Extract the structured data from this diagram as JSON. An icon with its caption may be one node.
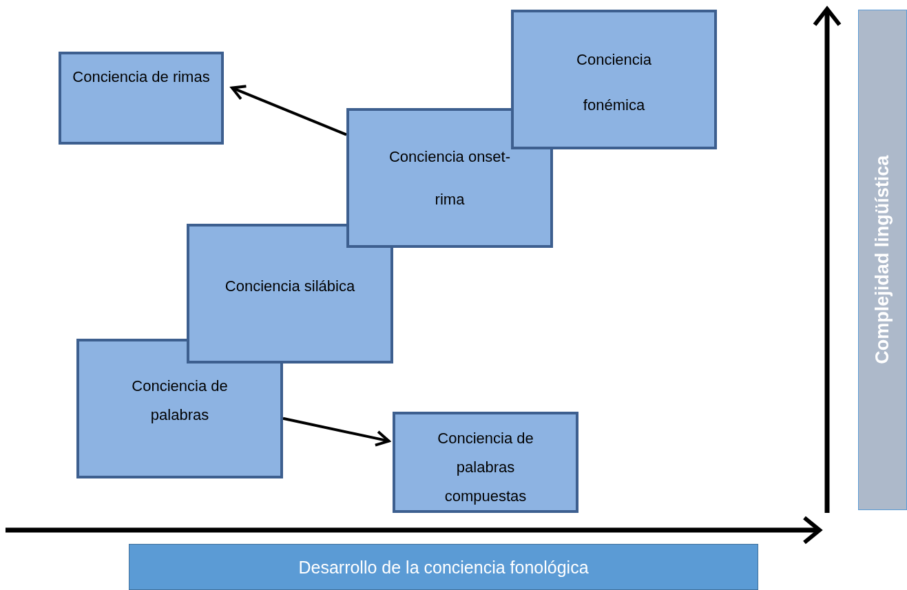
{
  "diagram": {
    "nodes": [
      {
        "text": [
          "Conciencia de rimas"
        ]
      },
      {
        "text": [
          "Conciencia fonémica"
        ]
      },
      {
        "text": [
          "Conciencia onset-rima"
        ]
      },
      {
        "text": [
          "Conciencia silábica"
        ]
      },
      {
        "text": [
          "Conciencia de palabras"
        ]
      },
      {
        "text": [
          "Conciencia de palabras compuestas"
        ]
      },
      {
        "text": [
          "Complejidad lingüística"
        ]
      },
      {
        "text": [
          "Desarrollo de la conciencia fonológica"
        ]
      }
    ],
    "edges": [
      {
        "from": 2,
        "to": 0,
        "arrow": "to"
      },
      {
        "from": 4,
        "to": 5,
        "arrow": "to"
      }
    ]
  }
}
